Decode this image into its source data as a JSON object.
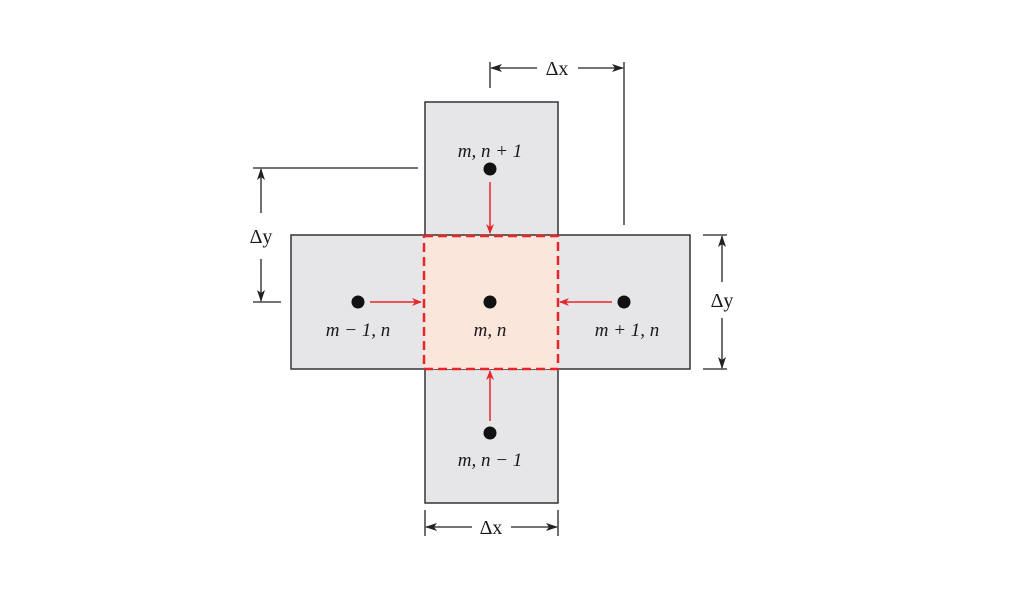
{
  "nodes": {
    "top": "m, n + 1",
    "left": "m − 1, n",
    "center": "m, n",
    "right": "m + 1, n",
    "bottom": "m, n − 1"
  },
  "dimensions": {
    "top_dx": "Δx",
    "left_dy": "Δy",
    "right_dy": "Δy",
    "bottom_dx": "Δx"
  },
  "colors": {
    "cell_fill": "#e6e6e8",
    "center_fill": "#fbe6dc",
    "accent": "#e8262a",
    "line": "#222222"
  }
}
